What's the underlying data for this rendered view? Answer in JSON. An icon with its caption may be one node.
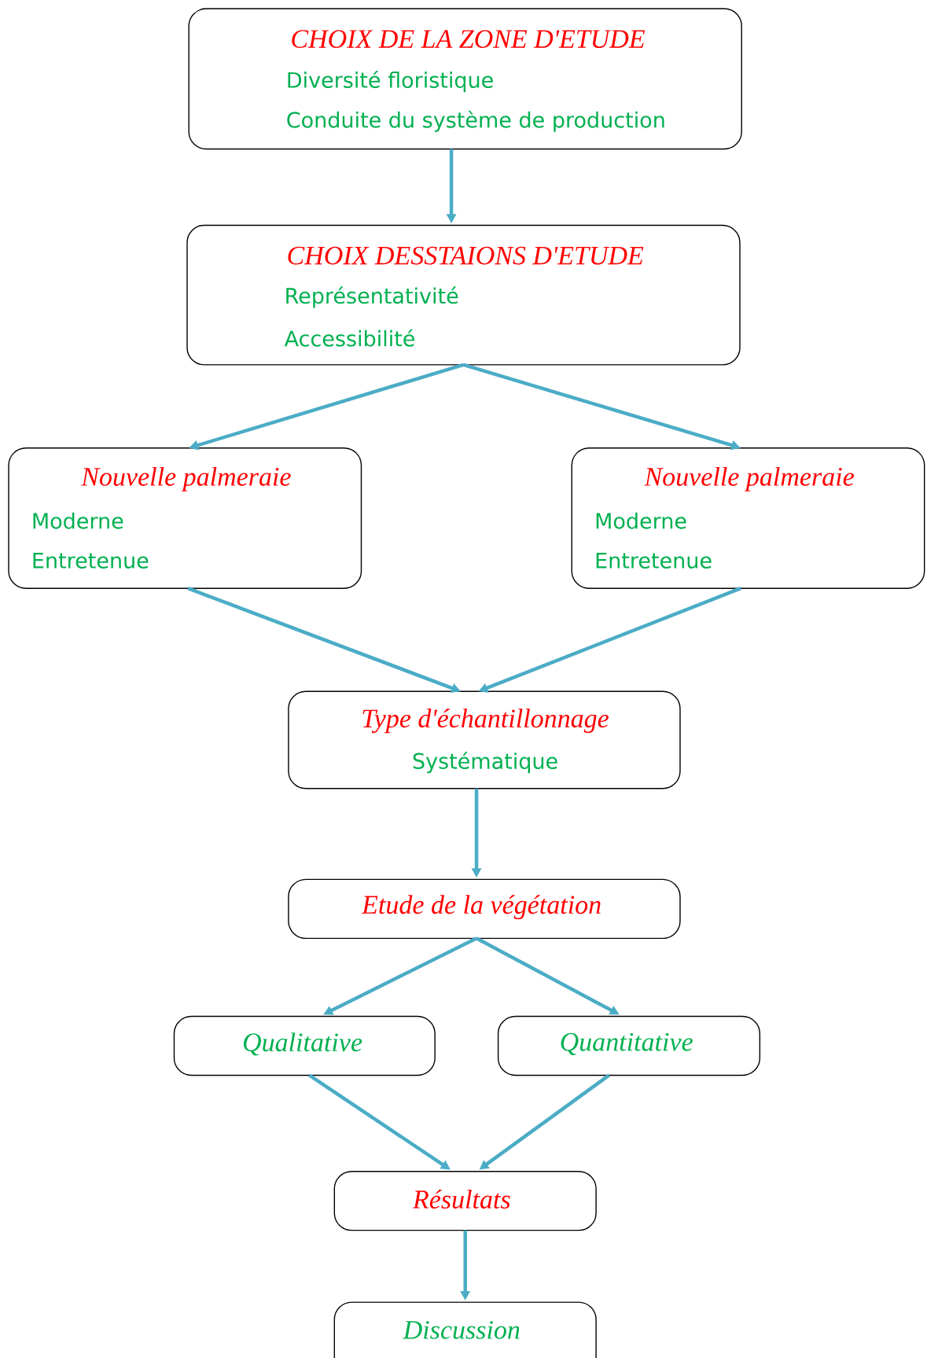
{
  "diagram": {
    "nodes": [
      {
        "text": [
          "CHOIX DE LA ZONE D'ETUDE",
          "Diversité floristique",
          "Conduite du système de production"
        ]
      },
      {
        "text": [
          "CHOIX DESSTAIONS D'ETUDE",
          "Représentativité",
          "Accessibilité"
        ]
      },
      {
        "text": [
          "Nouvelle palmeraie",
          "Moderne",
          "Entretenue"
        ]
      },
      {
        "text": [
          "Nouvelle palmeraie",
          "Moderne",
          "Entretenue"
        ]
      },
      {
        "text": [
          "Type d'échantillonnage",
          "Systématique"
        ]
      },
      {
        "text": [
          "Etude de la végétation"
        ]
      },
      {
        "text": [
          "Qualitative"
        ]
      },
      {
        "text": [
          "Quantitative"
        ]
      },
      {
        "text": [
          "Résultats"
        ]
      },
      {
        "text": [
          "Discussion"
        ]
      }
    ],
    "edges": [
      {
        "from": 0,
        "to": 1,
        "arrow": "to"
      },
      {
        "from": 1,
        "to": 2,
        "arrow": "to"
      },
      {
        "from": 1,
        "to": 3,
        "arrow": "to"
      },
      {
        "from": 2,
        "to": 4,
        "arrow": "to"
      },
      {
        "from": 3,
        "to": 4,
        "arrow": "to"
      },
      {
        "from": 4,
        "to": 5,
        "arrow": "to"
      },
      {
        "from": 5,
        "to": 6,
        "arrow": "to"
      },
      {
        "from": 5,
        "to": 7,
        "arrow": "to"
      },
      {
        "from": 6,
        "to": 8,
        "arrow": "to"
      },
      {
        "from": 7,
        "to": 8,
        "arrow": "to"
      },
      {
        "from": 8,
        "to": 9,
        "arrow": "to"
      }
    ]
  }
}
